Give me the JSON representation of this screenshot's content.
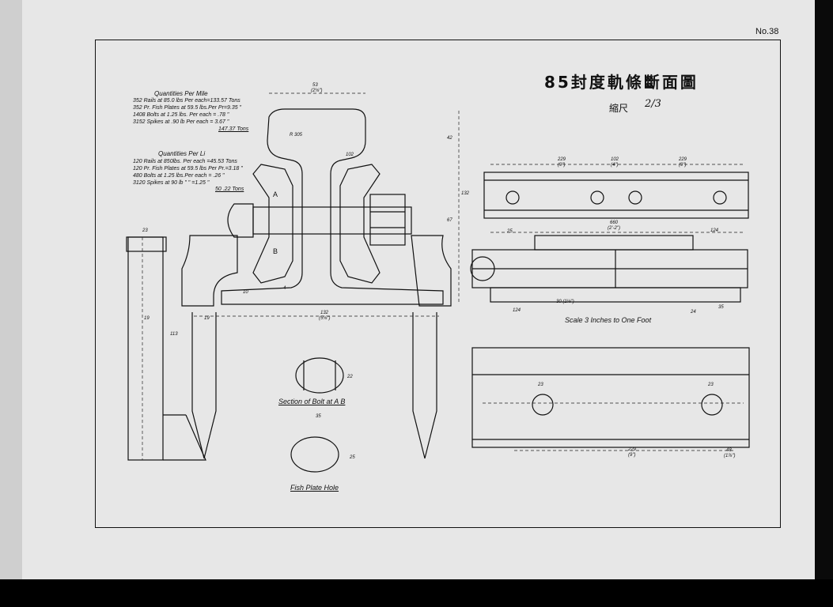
{
  "sheet_number": "No.38",
  "title": "85封度軌條斷面圖",
  "scale_label_jp": "縮尺",
  "scale_value": "2/3",
  "quantities_mile": {
    "heading": "Quantities  Per  Mile",
    "lines": [
      "352 Rails at 85.0 lbs Per each=133.57 Tons",
      "352 Pr. Fish Plates at 59.5 lbs.Per Pr=9.35  \"",
      "1408 Bolts at 1.25 lbs. Per each = .78  \"",
      "3152 Spikes at .90 lb  Per  each = 3.67  \""
    ],
    "total": "147.37 Tons"
  },
  "quantities_li": {
    "heading": "Quantities  Per  Li",
    "lines": [
      "120 Rails at 850lbs. Per each   =45.53 Tons",
      "120 Pr. Fish Plates at 59.5 lbs Per Pr.=3.18  \"",
      "480 Bolts at 1.25 lbs.Per each   = .26  \"",
      "3120 Spikes at 90 lb    \"   \"    =1.25  \""
    ],
    "total": "50 .22 Tons"
  },
  "captions": {
    "bolt_section": "Section of Bolt at A B",
    "fish_plate_hole": "Fish Plate Hole",
    "scale_note": "Scale 3 Inches to One Foot"
  },
  "point_labels": {
    "a": "A",
    "b": "B"
  },
  "dimensions": {
    "top_width": "53",
    "top_width_in": "(2⅛\")",
    "base_width": "132",
    "base_width_in": "(5⅛\")",
    "spacing_229a": "229",
    "spacing_229a_in": "(9\")",
    "spacing_102": "102",
    "spacing_102_in": "(4\")",
    "spacing_229b": "229",
    "spacing_229b_in": "(9\")",
    "plate_length": "660",
    "plate_length_in": "(2'-2\")",
    "bottom_229": "229",
    "bottom_229_in": "(9\")",
    "bottom_48": "48",
    "bottom_48_in": "(1⅞\")",
    "bolt_hole_23a": "23",
    "bolt_hole_23b": "23",
    "bolt_section_22": "22",
    "fish_hole_35": "35",
    "fish_hole_25": "25",
    "spike_23": "23",
    "height_132": "132",
    "height_113": "113",
    "dim_19a": "19",
    "dim_19b": "19",
    "dim_10": "10",
    "dim_4": "4",
    "dim_30": "30 (1⅛\")",
    "dim_24": "24",
    "dim_35": "35",
    "dim_124a": "124",
    "dim_124b": "124",
    "dim_25": "25",
    "dim_42": "42",
    "dim_67": "67",
    "dim_102": "102",
    "radius": "R 305"
  }
}
